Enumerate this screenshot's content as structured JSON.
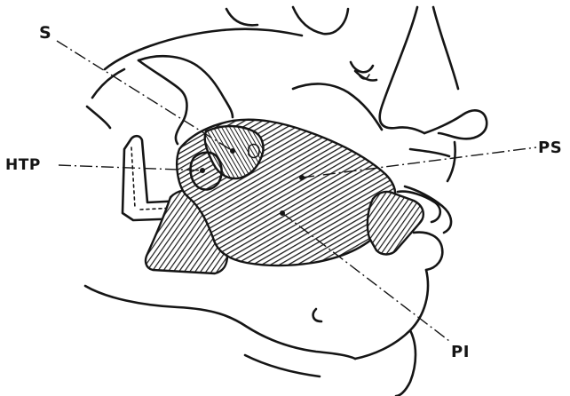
{
  "labels": {
    "s": "S",
    "htp": "HTP",
    "ps": "PS",
    "pi": "PI"
  }
}
